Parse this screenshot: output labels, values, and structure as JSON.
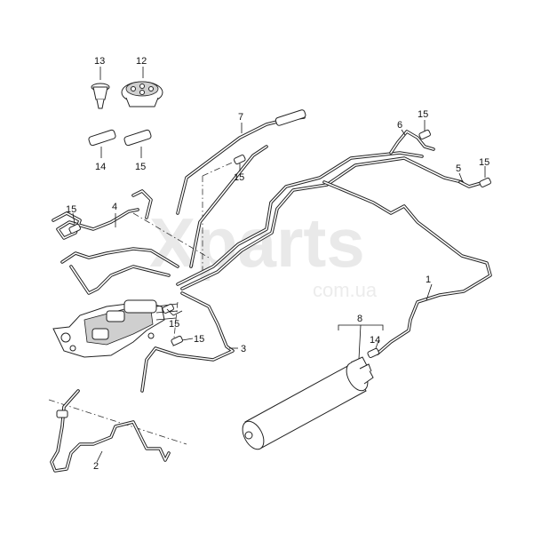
{
  "watermark": {
    "brand": "Xparts",
    "domain": "com.ua"
  },
  "callouts": [
    {
      "id": "c1",
      "text": "1"
    },
    {
      "id": "c2",
      "text": "2"
    },
    {
      "id": "c3",
      "text": "3"
    },
    {
      "id": "c4",
      "text": "4"
    },
    {
      "id": "c5",
      "text": "5"
    },
    {
      "id": "c6",
      "text": "6"
    },
    {
      "id": "c7",
      "text": "7"
    },
    {
      "id": "c8",
      "text": "8"
    },
    {
      "id": "c12",
      "text": "12"
    },
    {
      "id": "c13",
      "text": "13"
    },
    {
      "id": "c14a",
      "text": "14"
    },
    {
      "id": "c14b",
      "text": "14"
    },
    {
      "id": "c15a",
      "text": "15"
    },
    {
      "id": "c15b",
      "text": "15"
    },
    {
      "id": "c15c",
      "text": "15"
    },
    {
      "id": "c15d",
      "text": "15"
    },
    {
      "id": "c15e",
      "text": "15"
    },
    {
      "id": "c15f",
      "text": "15"
    },
    {
      "id": "c15g",
      "text": "15"
    },
    {
      "id": "c15h",
      "text": "15"
    }
  ]
}
